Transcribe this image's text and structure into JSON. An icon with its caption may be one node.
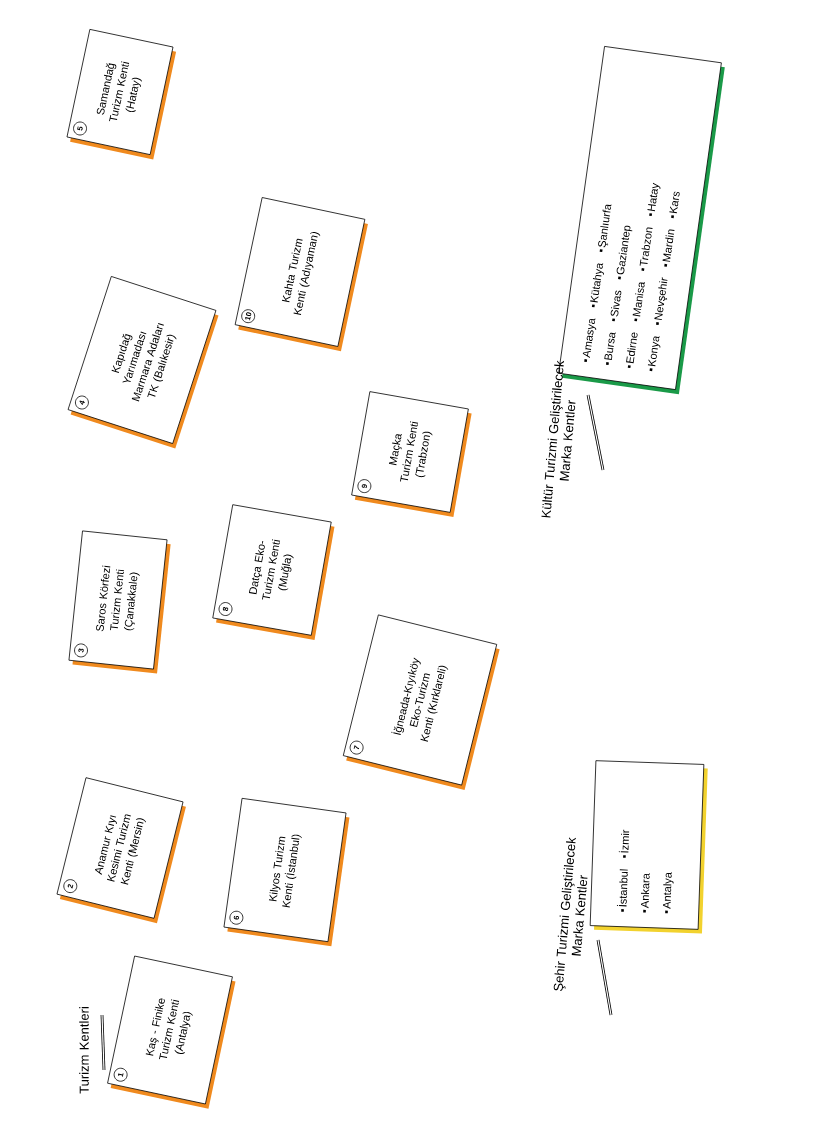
{
  "diagram": {
    "nodes": [
      {
        "text": [
          "1",
          "Kaş - Finike Turizm Kenti (Antalya)"
        ]
      },
      {
        "text": [
          "2",
          "Anamur Kıyı Kesimi Turizm Kenti (Mersin)"
        ]
      },
      {
        "text": [
          "3",
          "Saros Körfezi Turizm Kenti (Çanakkale)"
        ]
      },
      {
        "text": [
          "4",
          "Kapıdağ Yarımadası Marmara Adaları TK (Balıkesir)"
        ]
      },
      {
        "text": [
          "5",
          "Samandağ Turizm Kenti (Hatay)"
        ]
      },
      {
        "text": [
          "6",
          "Kilyos Turizm Kenti (İstanbul)"
        ]
      },
      {
        "text": [
          "7",
          "İğneada-Kıyıköy Eko-Turizm Kenti (Kırklareli)"
        ]
      },
      {
        "text": [
          "8",
          "Datça Eko-Turizm Kenti (Muğla)"
        ]
      },
      {
        "text": [
          "9",
          "Maçka Turizm Kenti (Trabzon)"
        ]
      },
      {
        "text": [
          "10",
          "Kahta Turizm Kenti (Adıyaman)"
        ]
      },
      {
        "text": [
          "Amasya",
          "Kütahya",
          "Şanlıurfa",
          "Bursa",
          "Sivas",
          "Gaziantep",
          "Edirne",
          "Manisa",
          "Trabzon",
          "Hatay",
          "Konya",
          "Nevşehir",
          "Mardin",
          "Kars"
        ]
      },
      {
        "text": [
          "İstanbul",
          "İzmir",
          "Ankara",
          "Antalya"
        ]
      }
    ],
    "labels": [
      "Turizm Kentleri",
      "Kültür Turizmi Geliştirilecek Marka Kentler",
      "Şehir Turizmi Geliştirilecek Marka Kentler"
    ]
  }
}
